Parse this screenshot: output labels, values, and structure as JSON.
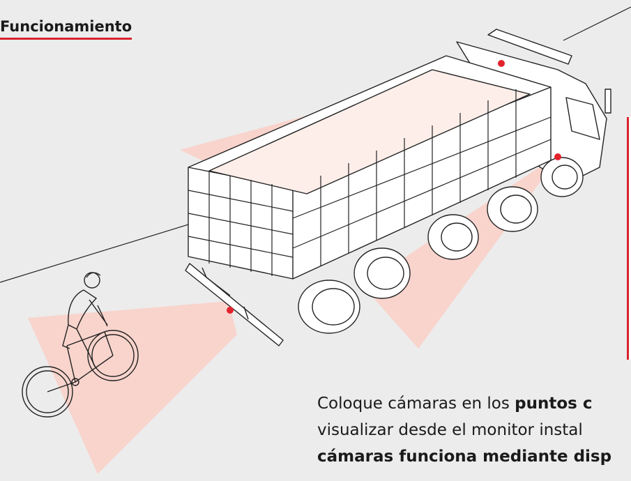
{
  "section": {
    "title": "Funcionamiento"
  },
  "illustration": {
    "icon": "truck-camera-coverage-illustration",
    "colors": {
      "coverage": "#f9d3ca",
      "camera": "#e4222c",
      "stroke": "#222222",
      "accent": "#d9232d"
    }
  },
  "description": {
    "line1_a": "Coloque cámaras en los ",
    "line1_b": "puntos c",
    "line2": "visualizar desde el monitor instal",
    "line3": "cámaras funciona mediante disp"
  }
}
